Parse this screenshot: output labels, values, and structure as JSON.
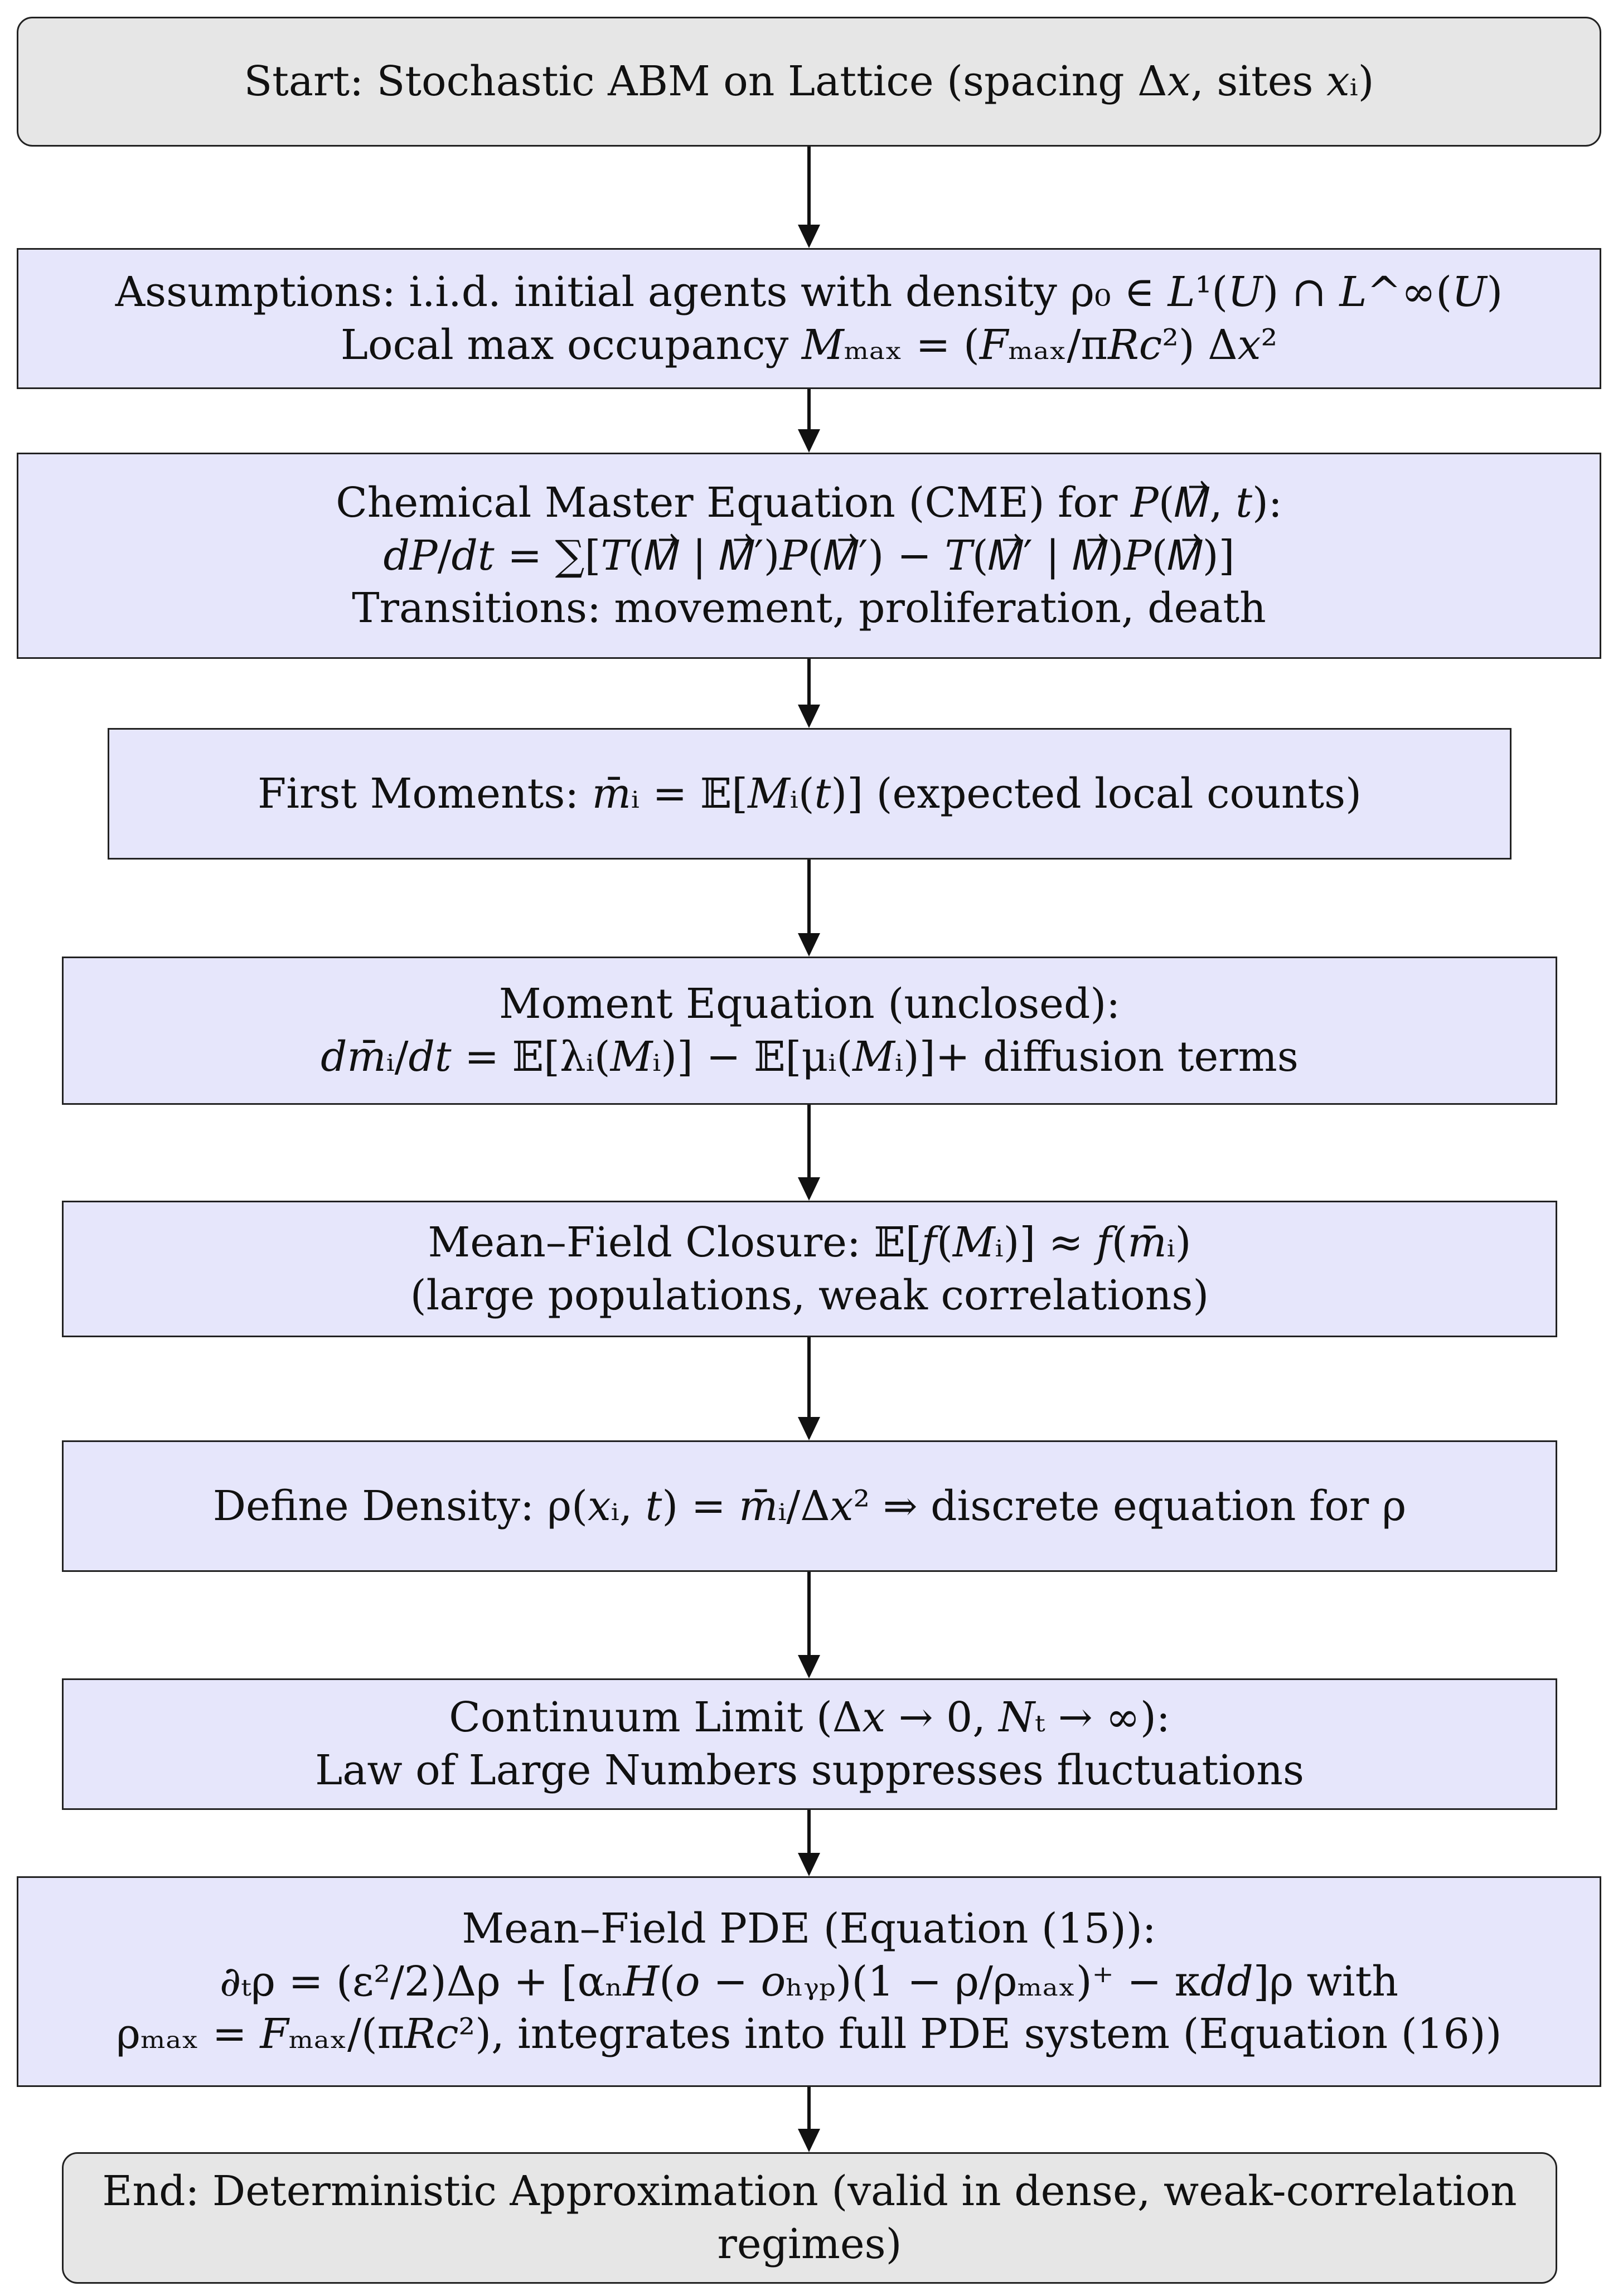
{
  "nodes": [
    {
      "id": "start",
      "lines": [
        "Start: Stochastic ABM on Lattice (spacing Δ𝑥, sites 𝑥ᵢ)"
      ]
    },
    {
      "id": "assumptions",
      "lines": [
        "Assumptions: i.i.d. initial agents with density ρ₀ ∈ 𝐿¹(𝑈) ∩ 𝐿^∞(𝑈)",
        "Local max occupancy 𝑀ₘₐₓ = (𝐹ₘₐₓ/π𝑅𝑐²) Δ𝑥²"
      ]
    },
    {
      "id": "cme",
      "lines": [
        "Chemical Master Equation (CME) for 𝑃(𝑀⃗, 𝑡):",
        "𝑑𝑃/𝑑𝑡 = ∑[𝑇(𝑀⃗ | 𝑀⃗′)𝑃(𝑀⃗′) − 𝑇(𝑀⃗′ | 𝑀⃗)𝑃(𝑀⃗)]",
        "Transitions: movement, proliferation, death"
      ]
    },
    {
      "id": "first_moments",
      "lines": [
        "First Moments:  𝑚̄ᵢ = 𝔼[𝑀ᵢ(𝑡)] (expected local counts)"
      ]
    },
    {
      "id": "moment_eq",
      "lines": [
        "Moment Equation (unclosed):",
        "𝑑𝑚̄ᵢ/𝑑𝑡 = 𝔼[λᵢ(𝑀ᵢ)] − 𝔼[μᵢ(𝑀ᵢ)]+ diffusion terms"
      ]
    },
    {
      "id": "closure",
      "lines": [
        "Mean–Field Closure:  𝔼[𝑓(𝑀ᵢ)] ≈ 𝑓(𝑚̄ᵢ)",
        "(large populations, weak correlations)"
      ]
    },
    {
      "id": "density",
      "lines": [
        "Define Density:  ρ(𝑥ᵢ, 𝑡) = 𝑚̄ᵢ/Δ𝑥²  ⇒ discrete equation for ρ"
      ]
    },
    {
      "id": "continuum",
      "lines": [
        "Continuum Limit (Δ𝑥 → 0, 𝑁ₜ → ∞):",
        "Law of Large Numbers suppresses fluctuations"
      ]
    },
    {
      "id": "pde",
      "lines": [
        "Mean–Field PDE (Equation (15)):",
        "∂ₜρ = (ε²/2)Δρ + [αₙ𝐻(𝑜 − 𝑜ₕᵧₚ)(1 − ρ/ρₘₐₓ)⁺ − κ𝑑𝑑]ρ with",
        "ρₘₐₓ = 𝐹ₘₐₓ/(π𝑅𝑐²), integrates into full PDE system (Equation (16))"
      ]
    },
    {
      "id": "end",
      "lines": [
        "End: Deterministic Approximation (valid in dense, weak-correlation",
        "regimes)"
      ]
    }
  ]
}
